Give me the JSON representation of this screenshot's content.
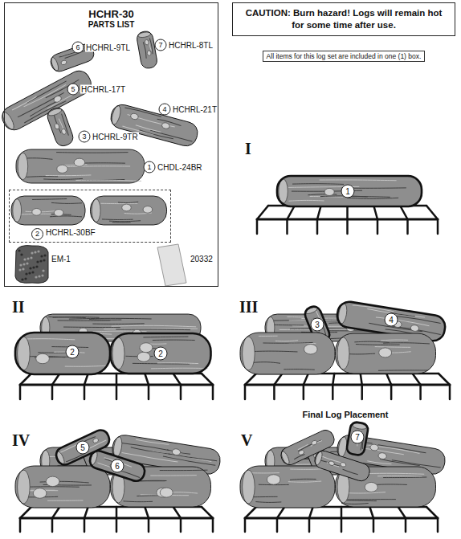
{
  "diagram": {
    "nodes": [
      {
        "text": [
          "HCHR-30",
          "PARTS LIST"
        ]
      },
      {
        "text": [
          "2",
          "HCHRL-30BF"
        ],
        "in": 0
      },
      {
        "text": [
          "CAUTION: Burn hazard! Logs will remain hot for some time after use."
        ]
      },
      {
        "text": [
          "All items for this log set are included in one (1) box."
        ]
      }
    ],
    "labels": [
      "6",
      "HCHRL-9TL",
      "7",
      "HCHRL-8TL",
      "5",
      "HCHRL-17T",
      "4",
      "HCHRL-21T",
      "3",
      "HCHRL-9TR",
      "1",
      "CHDL-24BR",
      "EM-1",
      "20332",
      "I",
      "1",
      "II",
      "2",
      "2",
      "III",
      "3",
      "4",
      "IV",
      "5",
      "6",
      "V",
      "Final Log Placement",
      "7"
    ]
  }
}
